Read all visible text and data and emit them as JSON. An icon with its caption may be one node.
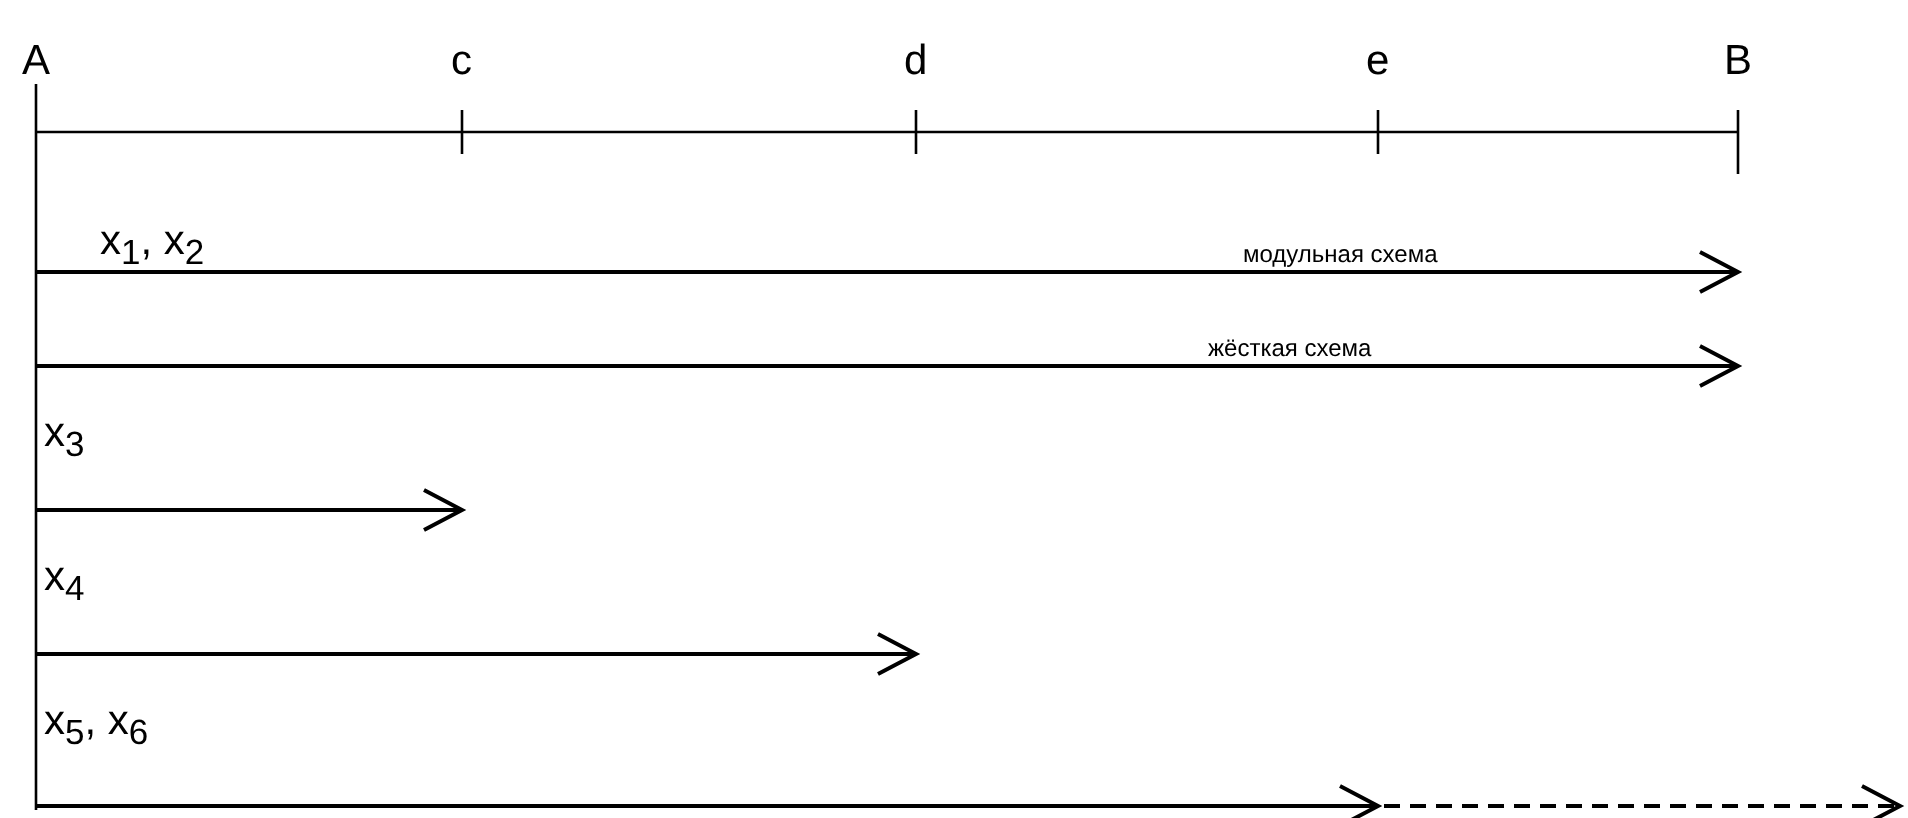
{
  "diagram": {
    "labels": [
      "A",
      "c",
      "d",
      "e",
      "B",
      "x$_{1}$, x$_{2}$",
      "модульная схема",
      "жёсткая схема",
      "x$_{3}$",
      "x$_{4}$",
      "x$_{5}$, x$_{6}$"
    ]
  }
}
